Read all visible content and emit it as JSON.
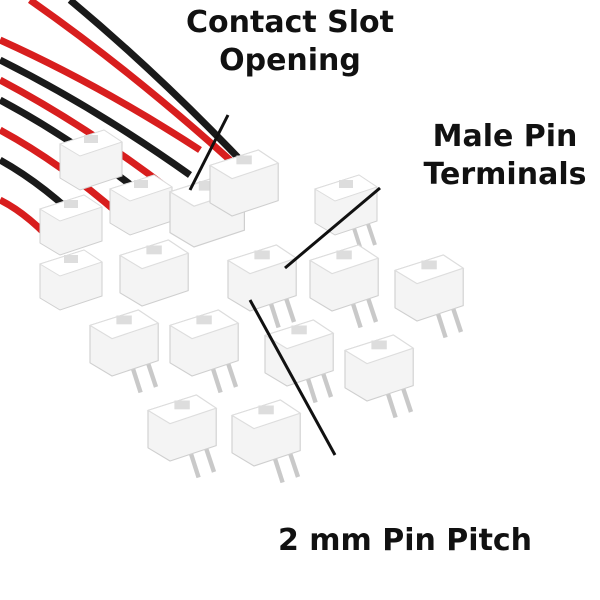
{
  "annotations": {
    "contact_slot": [
      "Contact Slot",
      "Opening"
    ],
    "male_pin": [
      "Male Pin",
      "Terminals"
    ],
    "pin_pitch": "2 mm Pin Pitch"
  },
  "colors": {
    "wire_red": "#d81e1e",
    "wire_black": "#1a1a1a",
    "housing": "#f4f4f4",
    "pin": "#c9c9c9"
  }
}
